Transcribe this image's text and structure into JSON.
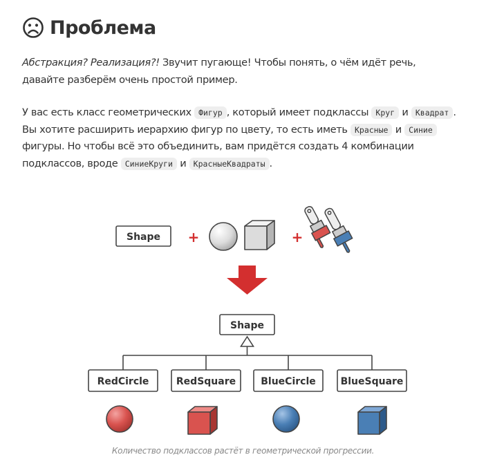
{
  "heading": {
    "icon": "sad-face-icon",
    "title": "Проблема"
  },
  "intro": {
    "emphasis": "Абстракция? Реализация?!",
    "rest": " Звучит пугающе! Чтобы понять, о чём идёт речь, давайте разберём очень простой пример."
  },
  "body": {
    "t1": "У вас есть класс геометрических ",
    "c1": "Фигур",
    "t2": ", который имеет подклассы ",
    "c2": "Круг",
    "t3": " и ",
    "c3": "Квадрат",
    "t4": ". Вы хотите расширить иерархию фигур по цвету, то есть иметь ",
    "c4": "Красные",
    "t5": " и ",
    "c5": "Синие",
    "t6": " фигуры. Но чтобы всё это объединить, вам придётся создать 4 комбинации подклассов, вроде ",
    "c6": "СиниеКруги",
    "t7": " и ",
    "c7": "КрасныеКвадраты",
    "t8": "."
  },
  "diagram": {
    "top_box": "Shape",
    "plus": "+",
    "hierarchy_root": "Shape",
    "subclasses": [
      "RedCircle",
      "RedSquare",
      "BlueCircle",
      "BlueSquare"
    ],
    "colors": {
      "red": "#d9534f",
      "blue": "#4a7fb5",
      "arrow": "#d32f2f",
      "grey": "#e2e2e2"
    }
  },
  "caption": "Количество подклассов растёт в геометрической прогрессии."
}
